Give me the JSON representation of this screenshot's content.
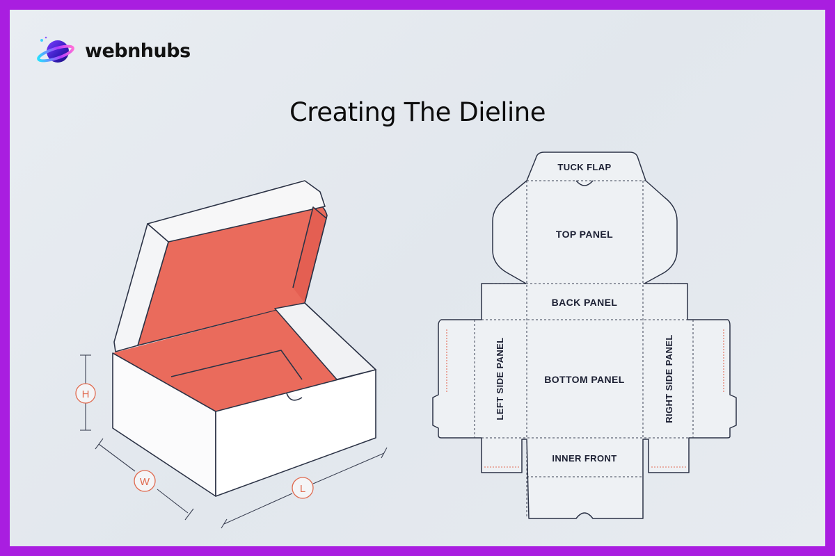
{
  "brand": {
    "name": "webnhubs",
    "logo_icon": "planet-icon"
  },
  "title": "Creating The Dieline",
  "box": {
    "dimensions": {
      "height": "H",
      "width": "W",
      "length": "L"
    },
    "inner_color": "#ea6b5c"
  },
  "dieline": {
    "panels": {
      "tuck_flap": "TUCK FLAP",
      "top_panel": "TOP PANEL",
      "back_panel": "BACK PANEL",
      "bottom_panel": "BOTTOM PANEL",
      "left_side_panel": "LEFT SIDE PANEL",
      "right_side_panel": "RIGHT SIDE PANEL",
      "inner_front": "INNER FRONT"
    },
    "glue_color": "#e36a55"
  },
  "colors": {
    "border": "#a91ee0",
    "outline": "#2c3346"
  }
}
